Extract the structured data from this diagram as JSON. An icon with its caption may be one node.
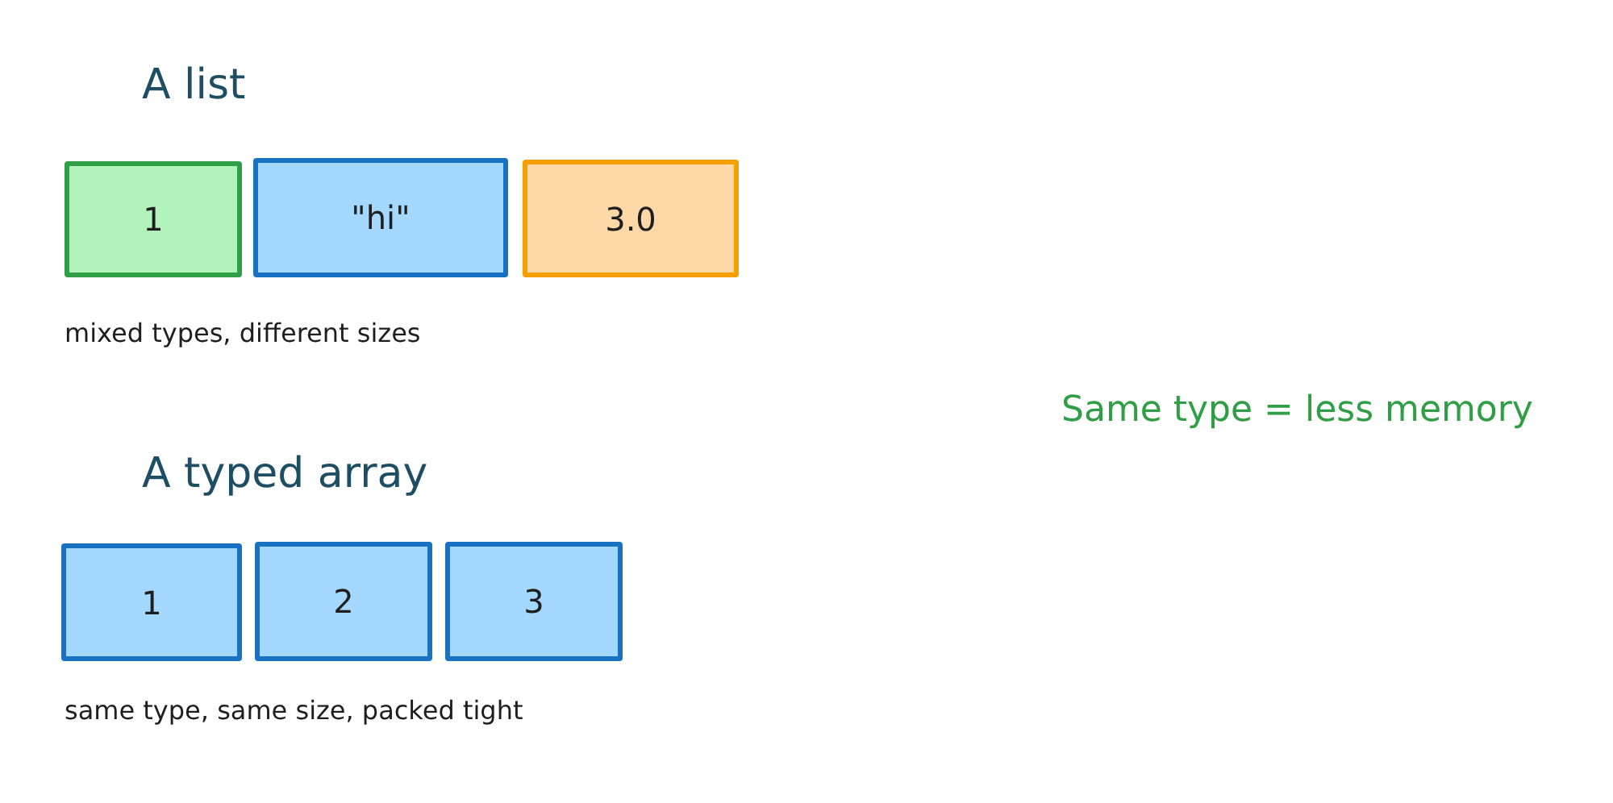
{
  "diagram": {
    "nodes": [
      {
        "text": [
          "1"
        ]
      },
      {
        "text": [
          "\"hi\""
        ]
      },
      {
        "text": [
          "3.0"
        ]
      },
      {
        "text": [
          "1"
        ]
      },
      {
        "text": [
          "2"
        ]
      },
      {
        "text": [
          "3"
        ]
      }
    ],
    "labels": [
      "A list",
      "mixed types, different sizes",
      "Same type = less memory",
      "A typed array",
      "same type, same size, packed tight"
    ]
  }
}
